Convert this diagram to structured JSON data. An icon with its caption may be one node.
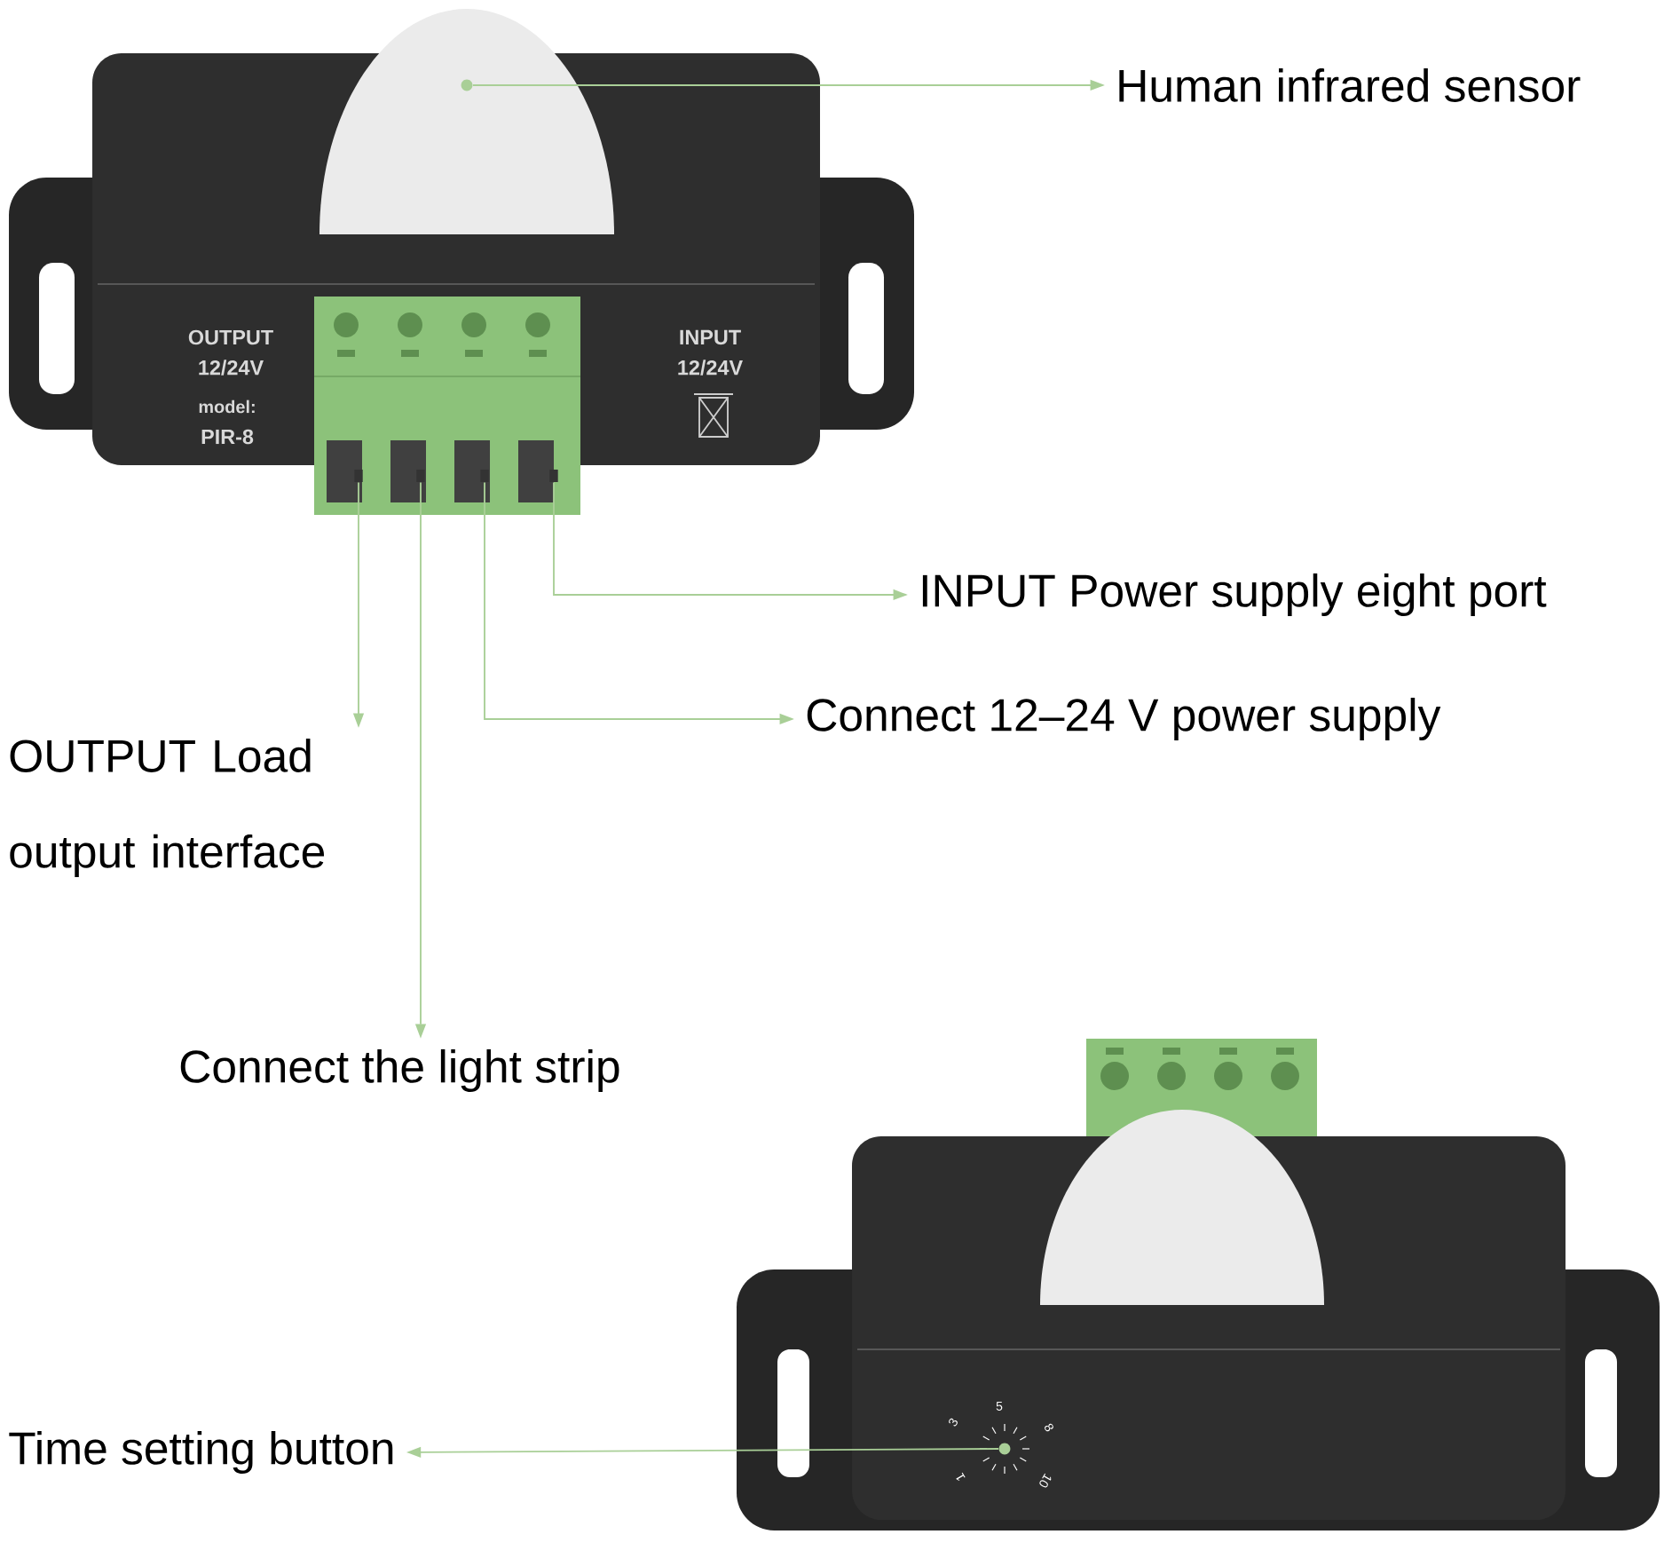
{
  "diagram": {
    "nodes": [
      {
        "text": [
          "Human infrared sensor"
        ]
      },
      {
        "text": [],
        "shape": "circle"
      },
      {
        "text": [],
        "shape": "box"
      },
      {
        "text": [],
        "shape": "box"
      },
      {
        "text": [],
        "shape": "box"
      },
      {
        "text": [],
        "shape": "box"
      },
      {
        "text": [
          "INPUT Power supply eight port"
        ]
      },
      {
        "text": [
          "Connect 12–24 V power supply"
        ]
      },
      {
        "text": [
          "OUTPUT Load output interface"
        ]
      },
      {
        "text": [
          "Connect the light strip"
        ]
      },
      {
        "text": [
          "Time setting button"
        ]
      },
      {
        "text": [],
        "shape": "circle"
      }
    ],
    "edges": [
      {
        "from": 1,
        "to": 0,
        "arrow": "to"
      },
      {
        "from": 5,
        "to": 6,
        "arrow": "to"
      },
      {
        "from": 4,
        "to": 7,
        "arrow": "to"
      },
      {
        "from": 2,
        "to": 8,
        "arrow": "to"
      },
      {
        "from": 3,
        "to": 9,
        "arrow": "to"
      },
      {
        "from": 11,
        "to": 10,
        "arrow": "to"
      }
    ],
    "labels": [
      "OUTPUT",
      "12/24V",
      "model:",
      "PIR-8",
      "INPUT",
      "12/24V",
      "5",
      "3",
      "8",
      "1",
      "10"
    ]
  }
}
